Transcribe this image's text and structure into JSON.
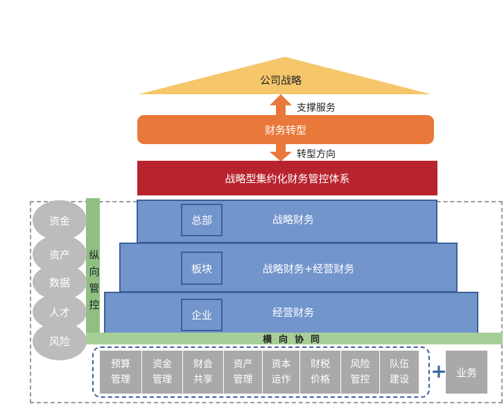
{
  "roof": {
    "label": "公司战略"
  },
  "arrow_up_label": "支撑服务",
  "transformation": {
    "label": "财务转型"
  },
  "arrow_down_label": "转型方向",
  "system": {
    "label": "战略型集约化财务管控体系"
  },
  "tiers": [
    {
      "tag": "总部",
      "label": "战略财务"
    },
    {
      "tag": "板块",
      "label": "战略财务+经营财务"
    },
    {
      "tag": "企业",
      "label": "经营财务"
    }
  ],
  "circles": [
    "资金",
    "资产",
    "数据",
    "人才",
    "风险"
  ],
  "vertical_label": [
    "纵",
    "向",
    "管",
    "控"
  ],
  "horizontal_label": "横向协同",
  "functions": [
    {
      "line1": "预算",
      "line2": "管理"
    },
    {
      "line1": "资金",
      "line2": "管理"
    },
    {
      "line1": "财会",
      "line2": "共享"
    },
    {
      "line1": "资产",
      "line2": "管理"
    },
    {
      "line1": "资本",
      "line2": "运作"
    },
    {
      "line1": "财税",
      "line2": "价格"
    },
    {
      "line1": "风险",
      "line2": "管控"
    },
    {
      "line1": "队伍",
      "line2": "建设"
    }
  ],
  "plus_symbol": "+",
  "business": {
    "label": "业务"
  },
  "colors": {
    "roof": "#f5c76a",
    "orange": "#e8793a",
    "red": "#b8242e",
    "tier_blue": "#7295cc",
    "circle_gray": "#bcbcbc",
    "green": "#8fc082",
    "func_gray": "#a9a9a9"
  }
}
